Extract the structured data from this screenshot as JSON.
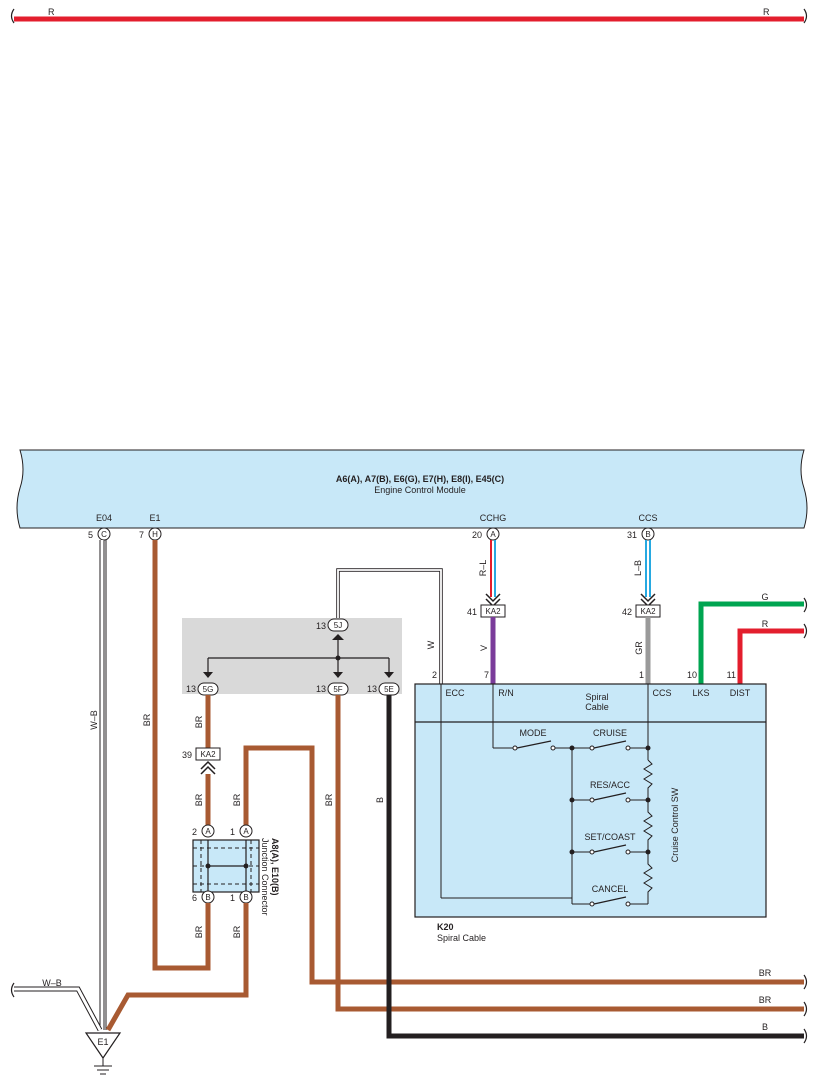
{
  "colors": {
    "red": "#e31e2d",
    "brown": "#a85a32",
    "black": "#231f20",
    "violet": "#7a3c9a",
    "gray": "#9a9a9a",
    "green": "#00a551",
    "blue": "#27a9e1",
    "panel": "#c8e8f8",
    "shade": "#d9d9d9"
  },
  "top_wire": {
    "left_label": "R",
    "right_label": "R"
  },
  "ecm": {
    "title": "A6(A), A7(B), E6(G), E7(H), E8(I), E45(C)",
    "subtitle": "Engine Control Module",
    "pins": [
      {
        "signal": "E04",
        "pin": "5",
        "conn": "C"
      },
      {
        "signal": "E1",
        "pin": "7",
        "conn": "H"
      },
      {
        "signal": "CCHG",
        "pin": "20",
        "conn": "A"
      },
      {
        "signal": "CCS",
        "pin": "31",
        "conn": "B"
      }
    ]
  },
  "wire_colors": {
    "e04": "W–B",
    "e1": "BR",
    "cchg_top": "R–L",
    "cchg_bottom": "V",
    "ccs_top": "L–B",
    "ccs_bottom": "GR",
    "ecc": "W",
    "five_g_down": "BR",
    "ka2_down": "BR",
    "jc_a1_up": "BR",
    "five_f_down": "BR",
    "five_e_down": "B",
    "jc_b6_down": "BR",
    "jc_b1_down": "BR",
    "left_wb": "W–B",
    "right_br_1": "BR",
    "right_br_2": "BR",
    "right_b": "B",
    "right_g": "G",
    "right_r": "R"
  },
  "connectors": {
    "ka2_cchg": {
      "pin": "41",
      "name": "KA2"
    },
    "ka2_ccs": {
      "pin": "42",
      "name": "KA2"
    },
    "ka2_left": {
      "pin": "39",
      "name": "KA2"
    }
  },
  "junction_block": {
    "j5j": {
      "pin": "13",
      "name": "5J"
    },
    "j5g": {
      "pin": "13",
      "name": "5G"
    },
    "j5f": {
      "pin": "13",
      "name": "5F"
    },
    "j5e": {
      "pin": "13",
      "name": "5E"
    }
  },
  "junction_connector": {
    "title": "A8(A), E10(B)",
    "subtitle": "Junction Connector",
    "pins": [
      {
        "pin": "2",
        "conn": "A"
      },
      {
        "pin": "1",
        "conn": "A"
      },
      {
        "pin": "6",
        "conn": "B"
      },
      {
        "pin": "1",
        "conn": "B"
      }
    ]
  },
  "spiral": {
    "pins": [
      {
        "pin": "2",
        "signal": "ECC"
      },
      {
        "pin": "7",
        "signal": "R/N"
      },
      {
        "pin": "1",
        "signal": "CCS"
      },
      {
        "pin": "10",
        "signal": "LKS"
      },
      {
        "pin": "11",
        "signal": "DIST"
      }
    ],
    "cable_label": "Spiral\nCable",
    "switch_title": "Cruise Control SW",
    "switches": [
      "MODE",
      "CRUISE",
      "RES/ACC",
      "SET/COAST",
      "CANCEL"
    ],
    "id": "K20",
    "name": "Spiral Cable"
  },
  "ground": {
    "name": "E1"
  }
}
